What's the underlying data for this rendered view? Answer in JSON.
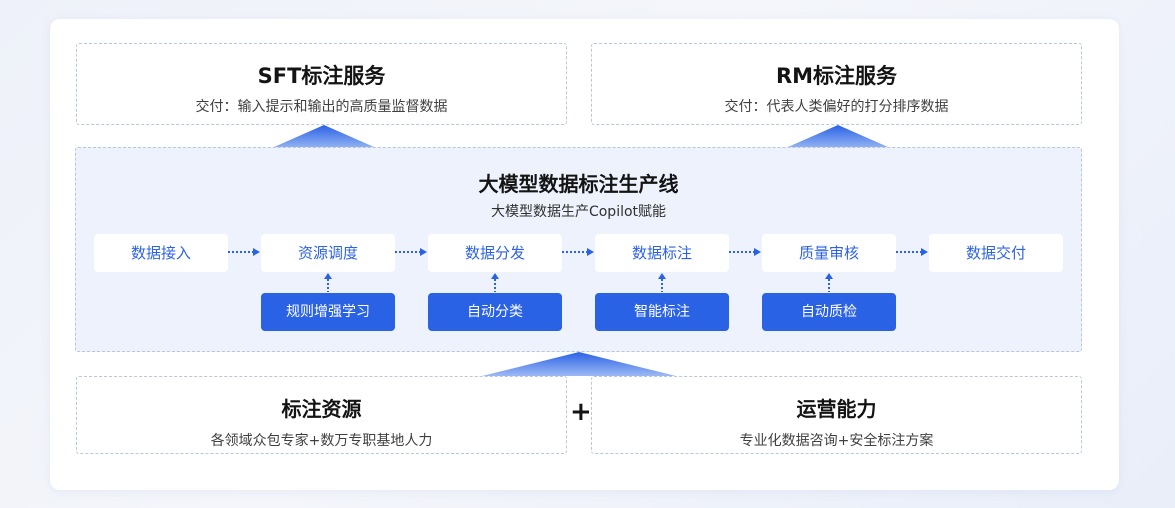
{
  "top": {
    "sft": {
      "title": "SFT标注服务",
      "sub": "交付：输入提示和输出的高质量监督数据"
    },
    "rm": {
      "title": "RM标注服务",
      "sub": "交付：代表人类偏好的打分排序数据"
    }
  },
  "pipeline": {
    "title": "大模型数据标注生产线",
    "subtitle": "大模型数据生产Copilot赋能",
    "steps": [
      "数据接入",
      "资源调度",
      "数据分发",
      "数据标注",
      "质量审核",
      "数据交付"
    ],
    "sub_steps": [
      "规则增强学习",
      "自动分类",
      "智能标注",
      "自动质检"
    ]
  },
  "bottom": {
    "resources": {
      "title": "标注资源",
      "sub": "各领域众包专家+数万专职基地人力"
    },
    "plus": "+",
    "ops": {
      "title": "运营能力",
      "sub": "专业化数据咨询+安全标注方案"
    }
  },
  "colors": {
    "accent": "#2a62e6",
    "panel": "#edf2fc",
    "border": "#b9c6e0"
  }
}
